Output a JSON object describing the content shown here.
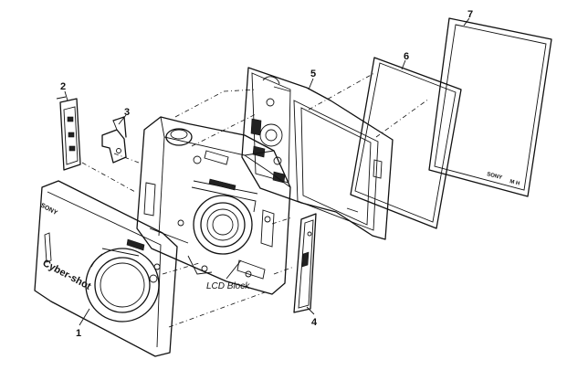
{
  "labels": {
    "part1": "1",
    "part2": "2",
    "part3": "3",
    "part4": "4",
    "part5": "5",
    "part6": "6",
    "part7": "7",
    "lcd_block": "LCD Block"
  },
  "brand_marks": {
    "front_logo": "SONY",
    "front_model": "Cyber-shot"
  }
}
